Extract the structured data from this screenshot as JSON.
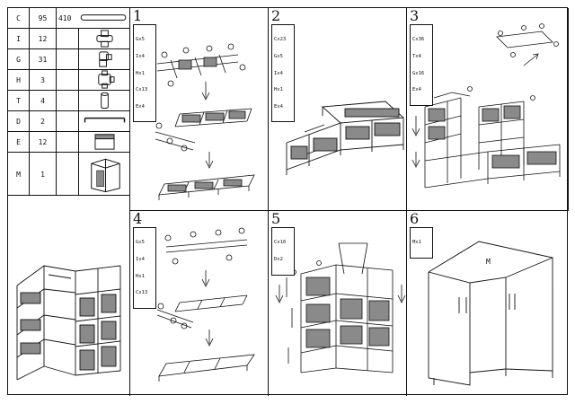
{
  "parts_table": {
    "rows": [
      {
        "code": "C",
        "qty": "95",
        "length": "410",
        "icon": "long-tube-icon"
      },
      {
        "code": "I",
        "qty": "12",
        "length": "",
        "icon": "three-way-connector-icon"
      },
      {
        "code": "G",
        "qty": "31",
        "length": "",
        "icon": "corner-connector-icon"
      },
      {
        "code": "H",
        "qty": "3",
        "length": "",
        "icon": "four-way-connector-icon"
      },
      {
        "code": "T",
        "qty": "4",
        "length": "",
        "icon": "foot-cap-icon"
      },
      {
        "code": "D",
        "qty": "2",
        "length": "",
        "icon": "hanging-rod-icon"
      },
      {
        "code": "E",
        "qty": "12",
        "length": "",
        "icon": "shelf-panel-icon"
      },
      {
        "code": "M",
        "qty": "1",
        "length": "",
        "icon": "wardrobe-cover-icon"
      }
    ]
  },
  "steps": [
    {
      "number": "1",
      "parts": [
        "Gx5",
        "Ix4",
        "Hx1",
        "Cx13",
        "Ex4"
      ]
    },
    {
      "number": "2",
      "parts": [
        "Cx23",
        "Gx5",
        "Ix4",
        "Hx1",
        "Ex4"
      ]
    },
    {
      "number": "3",
      "parts": [
        "Cx36",
        "Tx4",
        "Gx16",
        "Ex4"
      ]
    },
    {
      "number": "4",
      "parts": [
        "Gx5",
        "Ix4",
        "Hx1",
        "Cx13"
      ]
    },
    {
      "number": "5",
      "parts": [
        "Cx10",
        "Dx2"
      ]
    },
    {
      "number": "6",
      "parts": [
        "Mx1"
      ],
      "cover_label": "M"
    }
  ],
  "colors": {
    "line": "#111111",
    "fill": "#8a8a8a",
    "panel": "#ffffff"
  }
}
